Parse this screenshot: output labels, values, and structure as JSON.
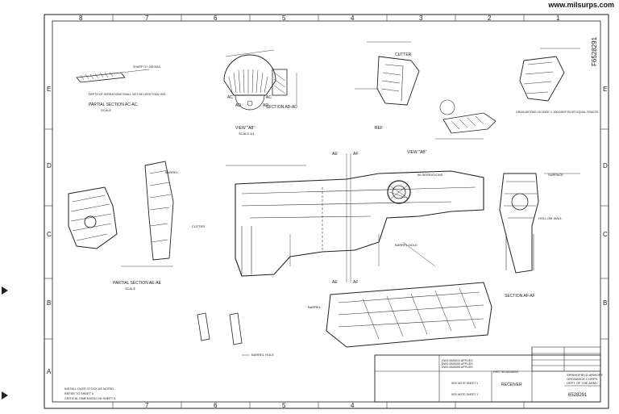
{
  "site": {
    "watermark": "www.milsurps.com"
  },
  "border": {
    "columns": [
      "8",
      "7",
      "6",
      "5",
      "4",
      "3",
      "2",
      "1"
    ],
    "rows": [
      "E",
      "D",
      "C",
      "B",
      "A"
    ]
  },
  "drawing": {
    "part_number_vertical": "F6528291",
    "view_ab": "VIEW \"AB\"",
    "view_ab_scale": "SCALE 4/1",
    "section_ac": "PARTIAL SECTION AC-AC",
    "section_ad": "SECTION AD-AD",
    "section_ae": "PARTIAL SECTION AE-AE",
    "section_af": "SECTION AF-AF",
    "scale_label": "SCALE",
    "mark_ae": "AE",
    "mark_af": "AF",
    "mark_ad": "AD",
    "mark_ac": "AC",
    "lbl_barrel": "BARREL",
    "lbl_barrel_hole": "BARREL HOLE",
    "lbl_cutter": "CUTTER",
    "lbl_surface": "SURFACE",
    "lbl_hollow_wall": "HOLLOW WALL",
    "lbl_serrations": "56 SERRATIONS",
    "lbl_depth_serr": "DEPTH OF SERRATIONS SHALL NOT BE LESS THAN .005",
    "lbl_ref": "REF",
    "lbl_chamfer": "SHARP TO .005 MAX.",
    "lbl_grad": "GRADUATIONS ON WIDE 4 .006 DEEP EIGHT EQUAL SPACES"
  },
  "title_block": {
    "company_line1": "SPRINGFIELD ARMORY",
    "company_line2": "ORDNANCE CORPS",
    "company_line3": "DEPT OF THE ARMY",
    "title": "RECEIVER",
    "part_no_label": "PART NO.",
    "part_no": "6528291",
    "dwg_no": "6528291",
    "see_note": "SEE NOTE SHEET 1",
    "dwg_applies": [
      "DWG 6528291 APPLIES",
      "DWG 6528290 APPLIES",
      "DWG 6528289 APPLIES"
    ],
    "notes": [
      "INSTALL OVER STOCK AS NOTED",
      "REFER TO SHEET 5",
      "CRITICAL DIMENSION ON SHEET 5"
    ]
  }
}
